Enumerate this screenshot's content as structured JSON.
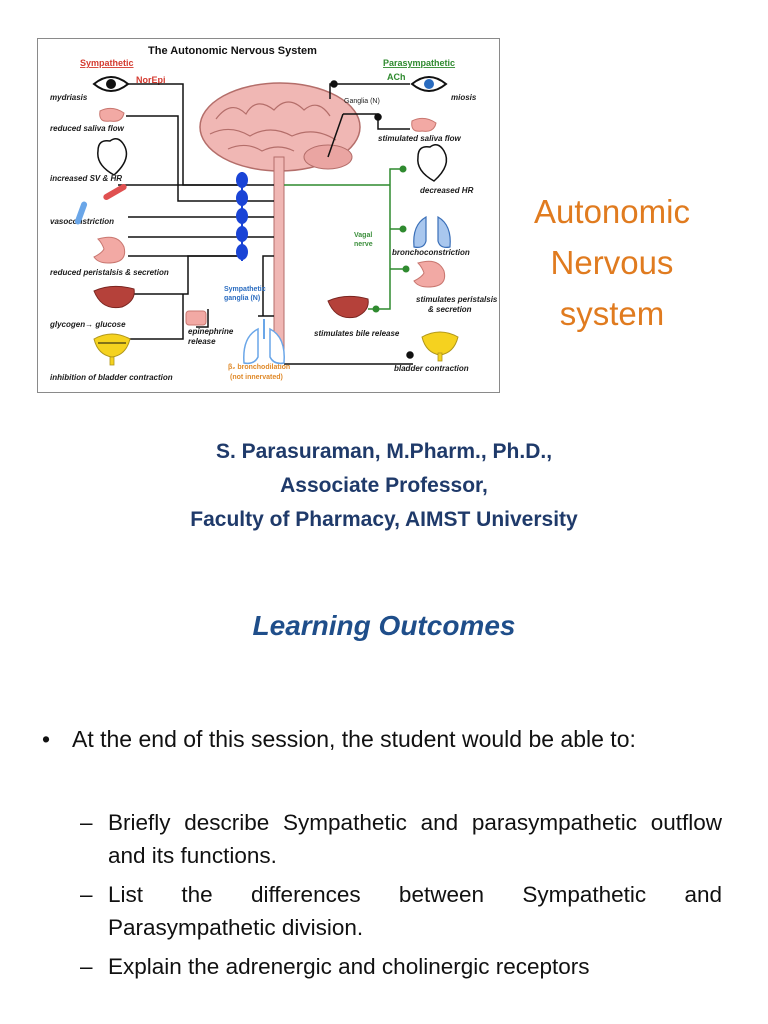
{
  "figure": {
    "title": "The Autonomic Nervous System",
    "sympathetic_header": "Sympathetic",
    "sympathetic_transmitter": "NorEpi",
    "parasympathetic_header": "Parasympathetic",
    "parasympathetic_transmitter": "ACh",
    "ganglia_label": "Ganglia (N)",
    "sympathetic_ganglia_line1": "Sympathetic",
    "sympathetic_ganglia_line2": "ganglia (N)",
    "vagal_line1": "Vagal",
    "vagal_line2": "nerve",
    "epinephrine_line1": "epinephrine",
    "epinephrine_line2": "release",
    "beta_line1": "β₂ bronchodilation",
    "beta_line2": "(not innervated)",
    "sympathetic_effects": [
      "mydriasis",
      "reduced saliva flow",
      "increased SV & HR",
      "vasoconstriction",
      "reduced peristalsis & secretion",
      "glycogen→ glucose",
      "inhibition of bladder contraction"
    ],
    "parasympathetic_effects": [
      "miosis",
      "stimulated saliva flow",
      "decreased HR",
      "bronchoconstriction",
      "stimulates peristalsis",
      "& secretion",
      "stimulates bile release",
      "bladder contraction"
    ],
    "colors": {
      "sympathetic": "#d43a2f",
      "parasympathetic": "#2f8a2f",
      "ganglia": "#1a44d6",
      "brain": "#f0b7b4"
    }
  },
  "title_lines": [
    "Autonomic",
    "Nervous",
    "system"
  ],
  "author_lines": [
    "S. Parasuraman, M.Pharm., Ph.D.,",
    "Associate Professor,",
    "Faculty of Pharmacy, AIMST University"
  ],
  "learning_outcomes": {
    "heading": "Learning Outcomes",
    "intro": "At the end of this session, the student would be able to:",
    "items": [
      "Briefly describe Sympathetic and parasympathetic outflow and its functions.",
      "List the differences between Sympathetic and Parasympathetic division.",
      "Explain the adrenergic and cholinergic receptors"
    ]
  }
}
